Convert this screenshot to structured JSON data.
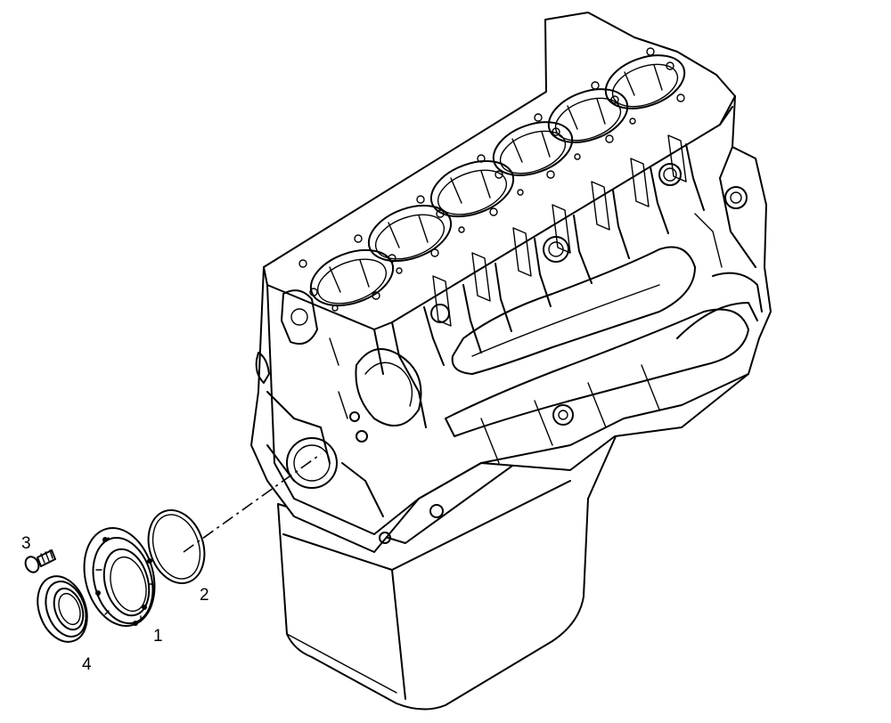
{
  "callouts": {
    "item_1": "1",
    "item_2": "2",
    "item_3": "3",
    "item_4": "4"
  },
  "colors": {
    "line": "#000000",
    "background": "#ffffff"
  }
}
